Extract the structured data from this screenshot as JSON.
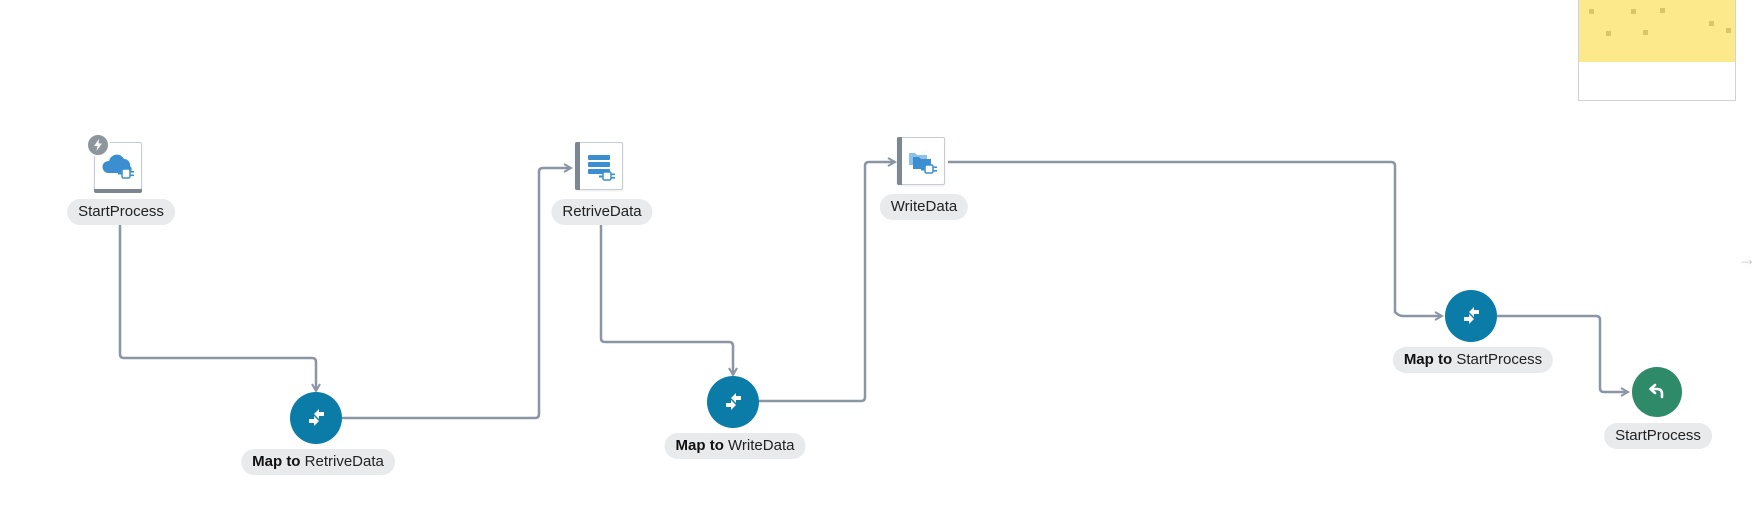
{
  "flow": {
    "start_node": {
      "label": "StartProcess",
      "icon": "cloud-plug-icon",
      "badge_icon": "lightning-trigger-icon"
    },
    "map_retrieve": {
      "bold": "Map to",
      "target": "RetriveData",
      "icon": "mapper-arrows-icon"
    },
    "retrieve_node": {
      "label": "RetriveData",
      "icon": "database-plug-icon"
    },
    "map_write": {
      "bold": "Map to",
      "target": "WriteData",
      "icon": "mapper-arrows-icon"
    },
    "write_node": {
      "label": "WriteData",
      "icon": "folders-plug-icon"
    },
    "map_start": {
      "bold": "Map to",
      "target": "StartProcess",
      "icon": "mapper-arrows-icon"
    },
    "return_node": {
      "label": "StartProcess",
      "icon": "return-arrow-icon"
    }
  },
  "minimap": {
    "present": true
  },
  "colors": {
    "connector": "#8a96a3",
    "map_action": "#0b7ba8",
    "return_action": "#2f8a6a",
    "adapter_icon": "#3b8fd0",
    "label_bg": "#e9eaec",
    "minimap_viewport": "#fbe98b"
  }
}
